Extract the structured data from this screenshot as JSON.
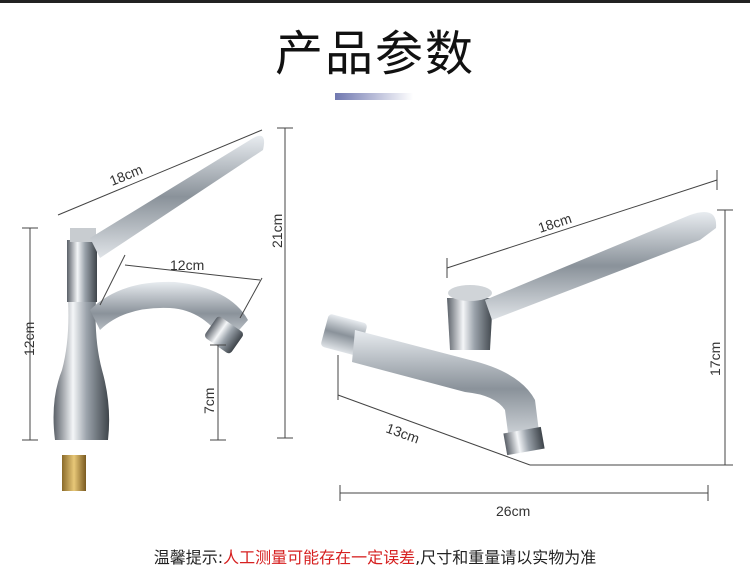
{
  "header": {
    "title": "产品参数"
  },
  "left_faucet": {
    "handle_length": "18cm",
    "total_height": "21cm",
    "body_height": "12cm",
    "spout_reach": "12cm",
    "spout_height": "7cm"
  },
  "right_faucet": {
    "handle_length": "18cm",
    "height": "17cm",
    "spout_length": "13cm",
    "total_length": "26cm"
  },
  "note": {
    "prefix": "温馨提示:",
    "warning": "人工测量可能存在一定误差",
    "suffix": ",尺寸和重量请以实物为准"
  },
  "colors": {
    "accent": "#7078b0",
    "warning": "#d62020"
  }
}
